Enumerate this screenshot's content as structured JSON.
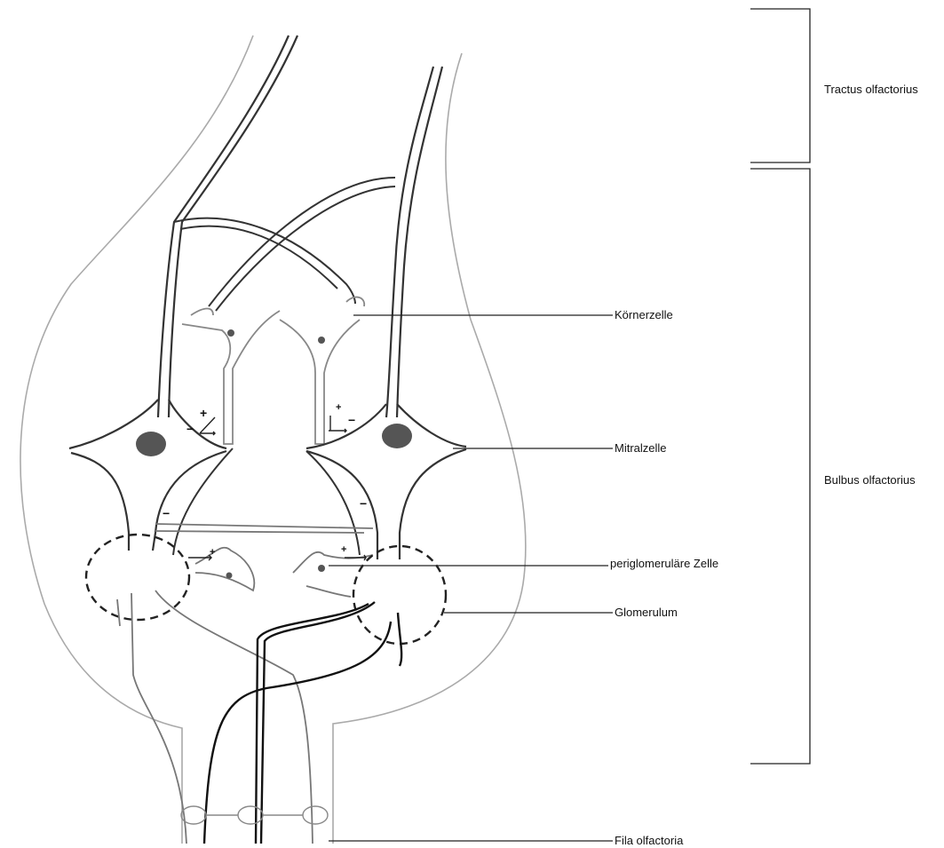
{
  "labels": {
    "koernerzelle": "Körnerzelle",
    "mitralzelle": "Mitralzelle",
    "periglomerulaere_zelle": "periglomeruläre Zelle",
    "glomerulum": "Glomerulum",
    "fila_olfactoria": "Fila olfactoria"
  },
  "brackets": {
    "tractus": "Tractus olfactorius",
    "bulbus": "Bulbus olfactorius"
  },
  "synapse_signs": {
    "plus": "+",
    "minus": "−"
  },
  "colors": {
    "outline": "#aaaaaa",
    "neuron": "#333333",
    "dark_axon": "#111111",
    "soma": "#555555"
  }
}
